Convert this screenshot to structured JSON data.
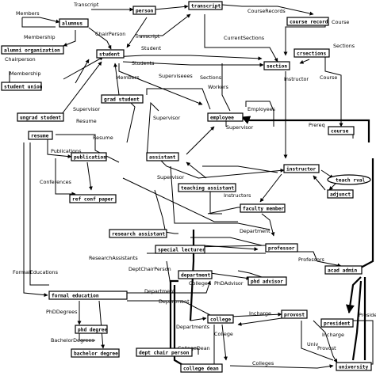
{
  "nodes": [
    {
      "id": "person",
      "label": "person"
    },
    {
      "id": "transcript",
      "label": "transcript"
    },
    {
      "id": "alumnus",
      "label": "alumnus"
    },
    {
      "id": "alumni_organization",
      "label": "alumni organization"
    },
    {
      "id": "course_record",
      "label": "course record"
    },
    {
      "id": "student",
      "label": "student"
    },
    {
      "id": "crsections",
      "label": "crsections"
    },
    {
      "id": "section",
      "label": "section"
    },
    {
      "id": "student_union",
      "label": "student union"
    },
    {
      "id": "grad_student",
      "label": "grad student"
    },
    {
      "id": "ungrad_student",
      "label": "ungrad student"
    },
    {
      "id": "employee",
      "label": "employee"
    },
    {
      "id": "course",
      "label": "course"
    },
    {
      "id": "resume",
      "label": "resume"
    },
    {
      "id": "publication",
      "label": "publication"
    },
    {
      "id": "assistant",
      "label": "assistant"
    },
    {
      "id": "instructor",
      "label": "instructor"
    },
    {
      "id": "teach_rval",
      "label": "teach rval"
    },
    {
      "id": "adjunct",
      "label": "adjunct"
    },
    {
      "id": "ref_conf_paper",
      "label": "ref conf paper"
    },
    {
      "id": "teaching_assistant",
      "label": "teaching assistant"
    },
    {
      "id": "faculty_member",
      "label": "faculty member"
    },
    {
      "id": "research_assistant",
      "label": "research assistant"
    },
    {
      "id": "special_lecturer",
      "label": "special lecturer"
    },
    {
      "id": "professor",
      "label": "professor"
    },
    {
      "id": "department",
      "label": "department"
    },
    {
      "id": "acad_admin",
      "label": "acad admin"
    },
    {
      "id": "phd_advisor",
      "label": "phd advisor"
    },
    {
      "id": "formal_education",
      "label": "formal education"
    },
    {
      "id": "provost",
      "label": "provost"
    },
    {
      "id": "college",
      "label": "college"
    },
    {
      "id": "president",
      "label": "president"
    },
    {
      "id": "phd_degree",
      "label": "phd degree"
    },
    {
      "id": "bachelor_degree",
      "label": "bachelor degree"
    },
    {
      "id": "dept_chair_person",
      "label": "dept chair person"
    },
    {
      "id": "college_dean",
      "label": "college dean"
    },
    {
      "id": "university",
      "label": "university"
    }
  ],
  "edge_labels": [
    "Transcript",
    "Members",
    "CourseRecords",
    "Course",
    "Membership",
    "ChairPerson",
    "Transcript",
    "CurrentSections",
    "Sections",
    "Student",
    "Chairperson",
    "Students",
    "Membership",
    "Members",
    "Superviseees",
    "Sections",
    "Instructor",
    "Course",
    "Workers",
    "Employees",
    "Supervisor",
    "Supervisor",
    "Prereq",
    "Resume",
    "Resume",
    "Supervisor",
    "Publications",
    "Conferences",
    "Supervisor",
    "Instructors",
    "Department",
    "ResearchAssistants",
    "DeptChairPerson",
    "Professors",
    "FormalEducations",
    "Department",
    "College",
    "PhDAdvisor",
    "Department",
    "Incharge",
    "Departments",
    "College",
    "Incharge",
    "Provost",
    "President",
    "PhDDegrees",
    "BachelorDegrees",
    "CollegeDean",
    "Colleges",
    "Univ"
  ]
}
